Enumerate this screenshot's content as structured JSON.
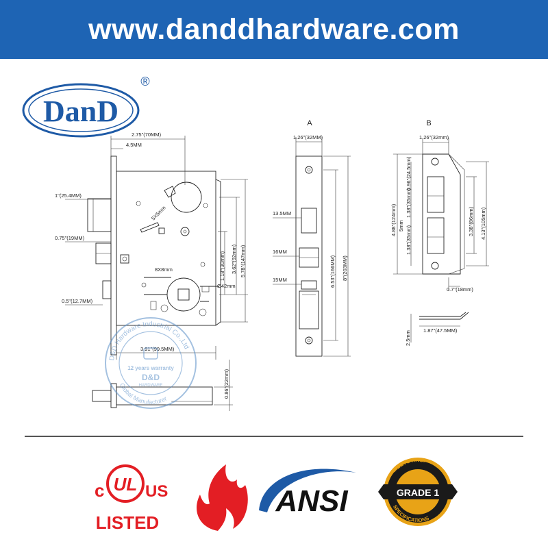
{
  "banner": {
    "url": "www.danddhardware.com",
    "color": "#1e64b4"
  },
  "logo": {
    "brand": "DanD",
    "registered": "®",
    "color": "#1e5aa6"
  },
  "stamp": {
    "ring_text": "D&D Hardware Industrial Co.,Ltd",
    "lower_text": "Global Manufacturer",
    "warranty": "12 years warranty",
    "brand": "D&D",
    "sub": "HARDWARE"
  },
  "diagram": {
    "view_a_label": "A",
    "view_b_label": "B",
    "main_dims": {
      "backset_total": "2.75\"(70MM)",
      "faceplate_offset": "4.5MM",
      "latch_projection": "1\"(25.4MM)",
      "deadbolt_projection": "0.75\"(19MM)",
      "guard_projection": "0.5\"(12.7MM)",
      "hole_size": "5X5mm",
      "spindle_size": "8X8mm",
      "cylinder_dia": "Ø42mm",
      "d_30": "1.18\"(30mm)",
      "d_92": "3.62\"(92mm)",
      "d_147": "5.78\"(147mm)",
      "width_99": "3.91\"(99.5MM)",
      "thickness_22": "0.86\"(22mm)"
    },
    "a_dims": {
      "width": "1.26\"(32MM)",
      "slot1": "13.5MM",
      "slot2": "16MM",
      "slot3": "15MM",
      "h_166": "6.53\"(166MM)",
      "h_203": "8\"(203MM)"
    },
    "b_dims": {
      "width": "1.26\"(32mm)",
      "d1": "0.96\"(24.5mm)",
      "d2": "1.38\"(35mm)",
      "d3": "5mm",
      "d4": "1.38\"(35mm)",
      "h_124": "4.88\"(124mm)",
      "h_86": "3.38\"(86mm)",
      "h_105": "4.13\"(105mm)",
      "lip": "0.7\"(18mm)",
      "strike_len": "1.87\"(47.5MM)",
      "strike_t": "2.5mm"
    }
  },
  "certifications": {
    "ul_c": "c",
    "ul_mark": "UL",
    "ul_us": "US",
    "ul_listed": "LISTED",
    "ansi": "ANSI",
    "grade_top": "MEETS ANSI",
    "grade": "GRADE 1",
    "grade_bottom": "SPECIFICATIONS",
    "ul_color": "#e31e24",
    "ansi_blue": "#1e5aa6",
    "gold": "#e8a317"
  }
}
